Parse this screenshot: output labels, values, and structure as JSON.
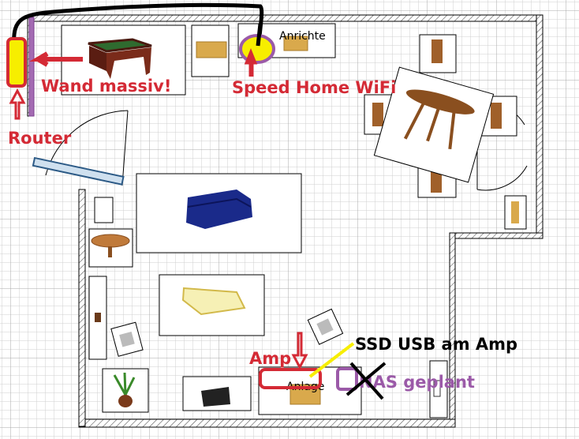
{
  "plan": {
    "furniture_labels": {
      "anrichte": "Anrichte",
      "anlage": "Anlage"
    }
  },
  "annotations": {
    "router": "Router",
    "wall": "Wand massiv!",
    "speed_home_wifi": "Speed Home WiFi",
    "amp": "Amp",
    "ssd": "SSD USB am Amp",
    "nas": "NAS geplant"
  },
  "colors": {
    "annotation_red": "#d42a35",
    "annotation_purple": "#9b5aa8",
    "highlight_yellow": "#f7ee00",
    "grid": "#c8c8c8"
  }
}
